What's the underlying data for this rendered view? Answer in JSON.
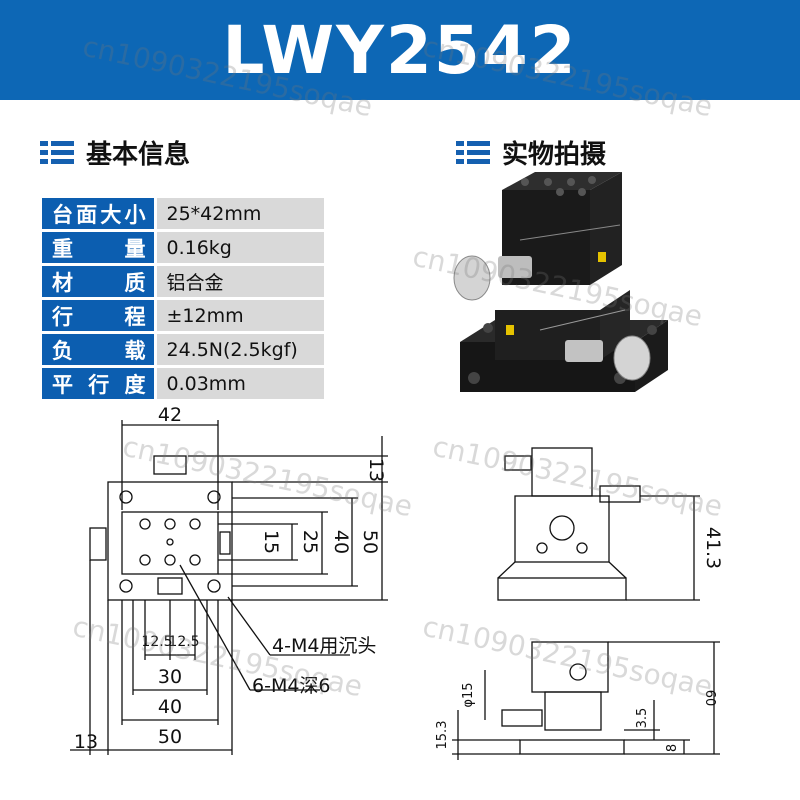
{
  "title": "LWY2542",
  "sections": {
    "basic_info": "基本信息",
    "photo": "实物拍摄"
  },
  "specs": [
    {
      "label": "台面大小",
      "value": "25*42mm"
    },
    {
      "label": "重量",
      "value": "0.16kg"
    },
    {
      "label": "材质",
      "value": "铝合金"
    },
    {
      "label": "行程",
      "value": "±12mm"
    },
    {
      "label": "负载",
      "value": "24.5N(2.5kgf)"
    },
    {
      "label": "平行度",
      "value": "0.03mm"
    }
  ],
  "drawing": {
    "dim_42": "42",
    "dim_13_top": "13",
    "dim_15": "15",
    "dim_25": "25",
    "dim_40_v": "40",
    "dim_50_v": "50",
    "dim_12_5_a": "12.5",
    "dim_12_5_b": "12.5",
    "dim_30": "30",
    "dim_40_h": "40",
    "dim_50_h": "50",
    "dim_13_bottom": "13",
    "note_counterbore": "4-M4用沉头",
    "note_depth": "6-M4深6",
    "dim_41_3": "41.3",
    "dim_phi15": "φ15",
    "dim_60": "60",
    "dim_15_3": "15.3",
    "dim_3_5": "3.5",
    "dim_8": "8"
  },
  "watermark": "cn1090322195soqae",
  "colors": {
    "banner": "#0d67b5",
    "label_bg": "#0c5eb0",
    "value_bg": "#d9d9d9"
  }
}
